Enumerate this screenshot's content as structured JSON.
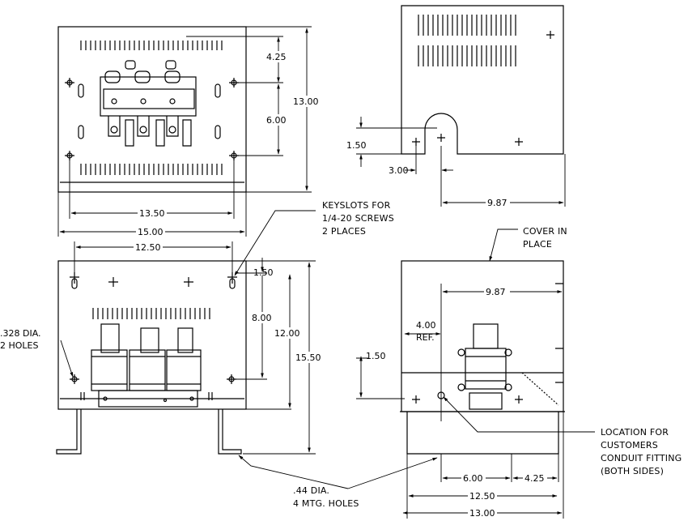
{
  "views": {
    "top": {
      "dims": {
        "d_4_25": "4.25",
        "d_6_00": "6.00",
        "d_13_00": "13.00",
        "d_13_50": "13.50",
        "d_15_00": "15.00"
      }
    },
    "side_upper": {
      "dims": {
        "d_1_50": "1.50",
        "d_3_00": "3.00",
        "d_9_87": "9.87"
      }
    },
    "front": {
      "dims": {
        "d_12_50": "12.50",
        "d_1_50": "1.50",
        "d_8_00": "8.00",
        "d_12_00": "12.00",
        "d_15_50": "15.50"
      },
      "notes": {
        "hole_dia_line1": ".328 DIA.",
        "hole_dia_line2": "2 HOLES"
      }
    },
    "side_lower": {
      "dims": {
        "d_9_87": "9.87",
        "d_4_00_ref_1": "4.00",
        "d_4_00_ref_2": "REF.",
        "d_1_50": "1.50",
        "d_6_00": "6.00",
        "d_4_25": "4.25",
        "d_12_50": "12.50",
        "d_13_00": "13.00"
      }
    }
  },
  "callouts": {
    "keyslots": [
      "KEYSLOTS FOR",
      "1/4-20 SCREWS",
      "2 PLACES"
    ],
    "cover": [
      "COVER IN",
      "PLACE"
    ],
    "conduit": [
      "LOCATION FOR",
      "CUSTOMERS",
      "CONDUIT FITTING",
      "(BOTH SIDES)"
    ],
    "mtg_holes": [
      ".44 DIA.",
      "4 MTG. HOLES"
    ]
  }
}
